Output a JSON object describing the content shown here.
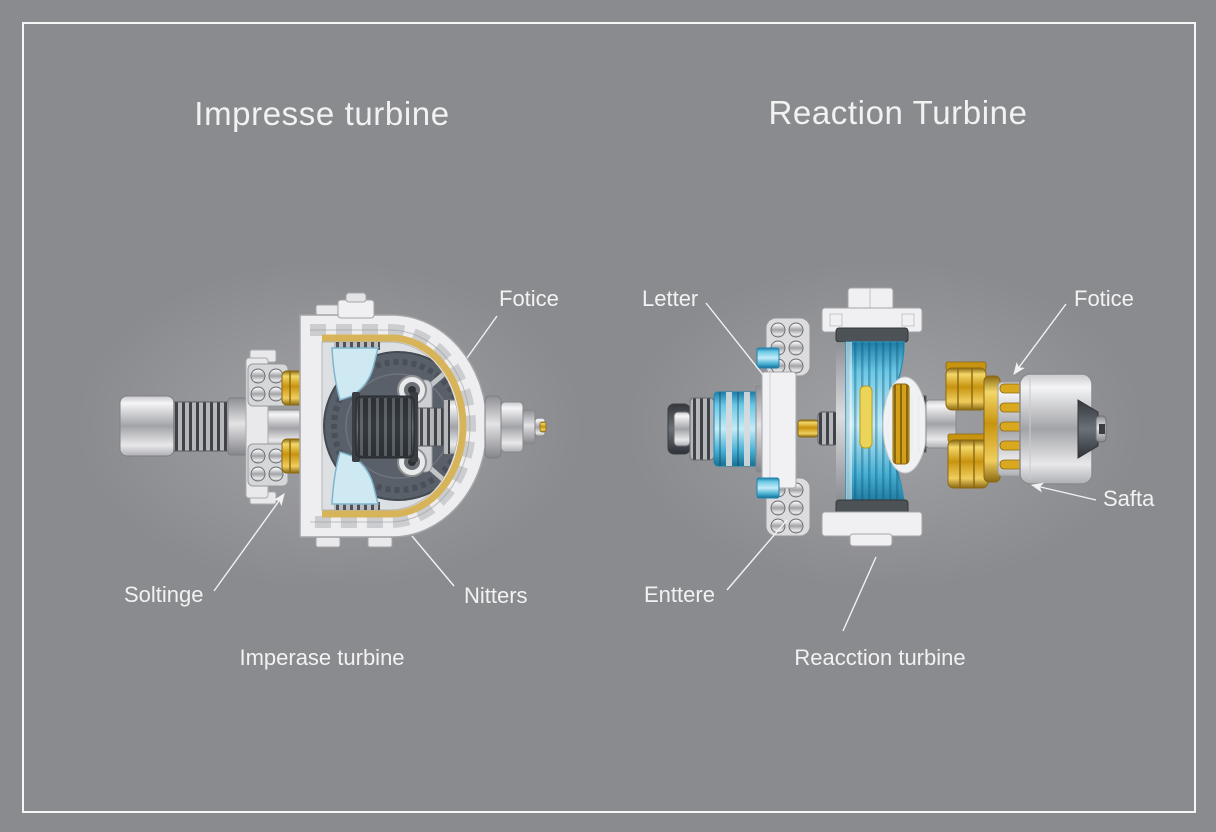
{
  "canvas": {
    "background": "#8a8b8f",
    "frame_color": "#f6f6f7"
  },
  "left_diagram": {
    "title": "Impresse turbine",
    "caption": "Imperase turbine",
    "labels": {
      "fotice": "Fotice",
      "soltinge": "Soltinge",
      "nitters": "Nitters"
    }
  },
  "right_diagram": {
    "title": "Reaction Turbine",
    "caption": "Reacction turbine",
    "labels": {
      "letter": "Letter",
      "fotice": "Fotice",
      "safta": "Safta",
      "enttere": "Enttere"
    }
  },
  "palette": {
    "bg": "#8a8b8f",
    "frame": "#f6f6f7",
    "text": "#f2f2f2",
    "gold": "#d7b359",
    "brass": "#c8940f",
    "cyan": "#45aed3",
    "steel-dark": "#565e66"
  }
}
